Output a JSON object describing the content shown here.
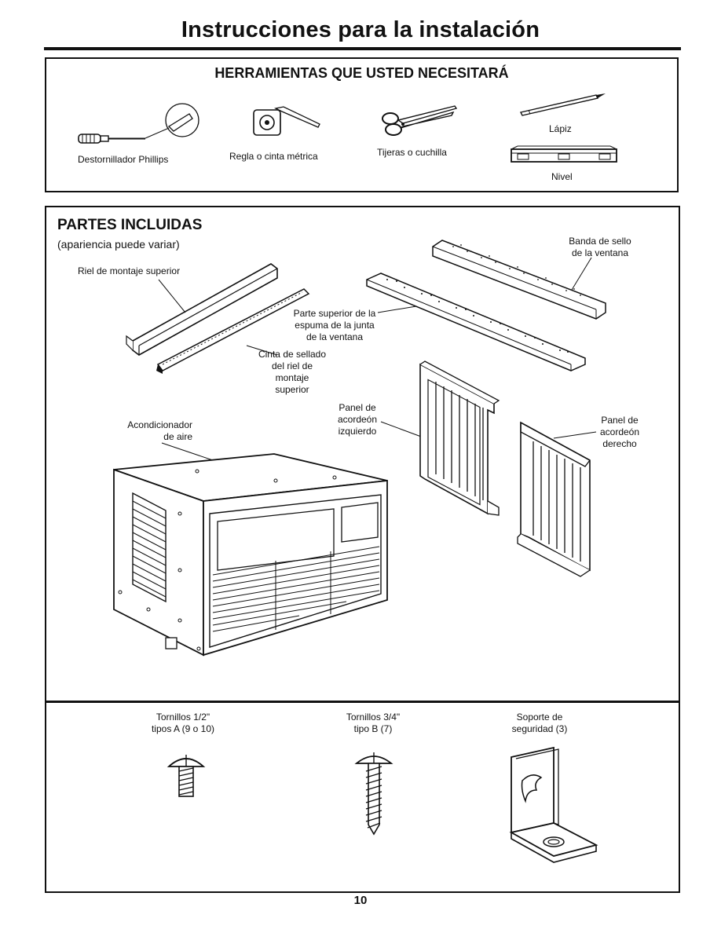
{
  "page": {
    "title": "Instrucciones para la instalación",
    "page_number": "10"
  },
  "tools": {
    "heading": "HERRAMIENTAS QUE USTED NECESITARÁ",
    "items": [
      {
        "label": "Destornillador Phillips",
        "icon": "screwdriver-icon"
      },
      {
        "label": "Regla o cinta métrica",
        "icon": "tape-measure-icon"
      },
      {
        "label": "Tijeras o cuchilla",
        "icon": "scissors-icon"
      },
      {
        "label": "Lápiz",
        "icon": "pencil-icon"
      },
      {
        "label": "Nivel",
        "icon": "level-icon"
      }
    ]
  },
  "parts": {
    "heading": "PARTES INCLUIDAS",
    "subheading": "(apariencia puede variar)",
    "labels": {
      "top_rail": "Riel de montaje superior",
      "window_seal": [
        "Banda de sello",
        "de la ventana"
      ],
      "foam_top": [
        "Parte superior de la",
        "espuma de la junta",
        "de la ventana"
      ],
      "rail_seal_tape": [
        "Cinta de sellado",
        "del riel de",
        "montaje",
        "superior"
      ],
      "left_panel": [
        "Panel de",
        "acordeón",
        "izquierdo"
      ],
      "right_panel": [
        "Panel de",
        "acordeón",
        "derecho"
      ],
      "air_conditioner": [
        "Acondicionador",
        "de aire"
      ]
    },
    "hardware": [
      {
        "lines": [
          "Tornillos 1/2\"",
          "tipos A (9 o 10)"
        ],
        "icon": "short-screw-icon"
      },
      {
        "lines": [
          "Tornillos 3/4\"",
          "tipo B (7)"
        ],
        "icon": "long-screw-icon"
      },
      {
        "lines": [
          "Soporte de",
          "seguridad (3)"
        ],
        "icon": "security-bracket-icon"
      }
    ]
  }
}
